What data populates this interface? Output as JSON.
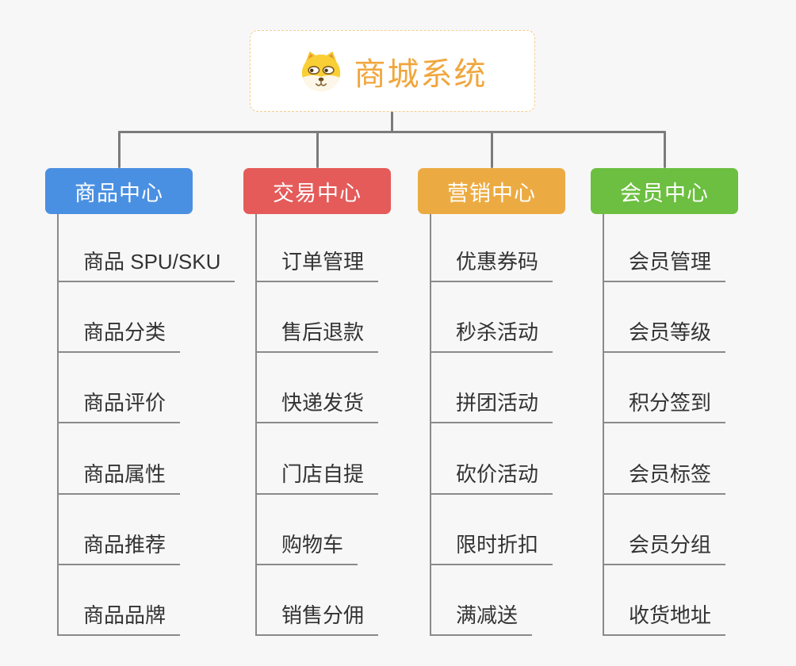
{
  "root": {
    "title": "商城系统",
    "icon": "shiba-dog-icon",
    "text_color": "#f0a63d",
    "border_color": "#f5cd90"
  },
  "colors": {
    "background": "#f7f7f7",
    "connector": "#7b7b7b",
    "branch_line": "#8a8a8a",
    "subtopic_text": "#333333"
  },
  "branches": [
    {
      "label": "商品中心",
      "color": "#4a90e2",
      "items": [
        "商品 SPU/SKU",
        "商品分类",
        "商品评价",
        "商品属性",
        "商品推荐",
        "商品品牌"
      ]
    },
    {
      "label": "交易中心",
      "color": "#e45b5a",
      "items": [
        "订单管理",
        "售后退款",
        "快递发货",
        "门店自提",
        "购物车",
        "销售分佣"
      ]
    },
    {
      "label": "营销中心",
      "color": "#ecab42",
      "items": [
        "优惠券码",
        "秒杀活动",
        "拼团活动",
        "砍价活动",
        "限时折扣",
        "满减送"
      ]
    },
    {
      "label": "会员中心",
      "color": "#6cbf40",
      "items": [
        "会员管理",
        "会员等级",
        "积分签到",
        "会员标签",
        "会员分组",
        "收货地址"
      ]
    }
  ]
}
